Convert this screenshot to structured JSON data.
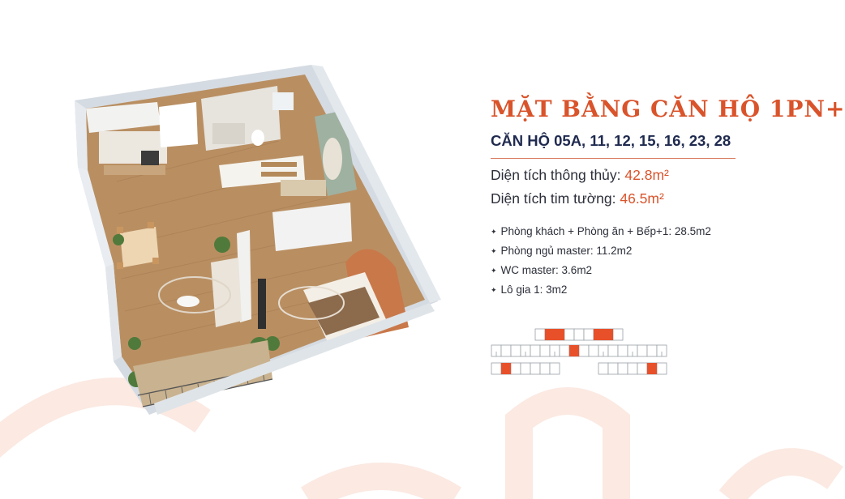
{
  "title": "MẶT BẰNG  CĂN HỘ 1PN+",
  "subtitle": "CĂN HỘ 05A, 11, 12, 15, 16, 23, 28",
  "areas": [
    {
      "label": "Diện tích thông thủy: ",
      "value": "42.8m²"
    },
    {
      "label": "Diện tích tim tường: ",
      "value": "46.5m²"
    }
  ],
  "rooms": [
    {
      "label": "Phòng khách + Phòng ăn + Bếp+1: 28.5m2"
    },
    {
      "label": "Phòng ngủ master: 11.2m2"
    },
    {
      "label": "WC master: 3.6m2"
    },
    {
      "label": "Lô gia 1: 3m2"
    }
  ],
  "bullet_glyph": "✦",
  "colors": {
    "accent": "#d9532b",
    "navy": "#1f2a4f",
    "text": "#2c2f3a",
    "highlight_unit": "#e8502a",
    "watermark": "#fbe9e2"
  },
  "floorplan": {
    "icon": "apartment-floorplan-3d-render"
  },
  "keyplan": {
    "icon": "building-key-plan"
  }
}
